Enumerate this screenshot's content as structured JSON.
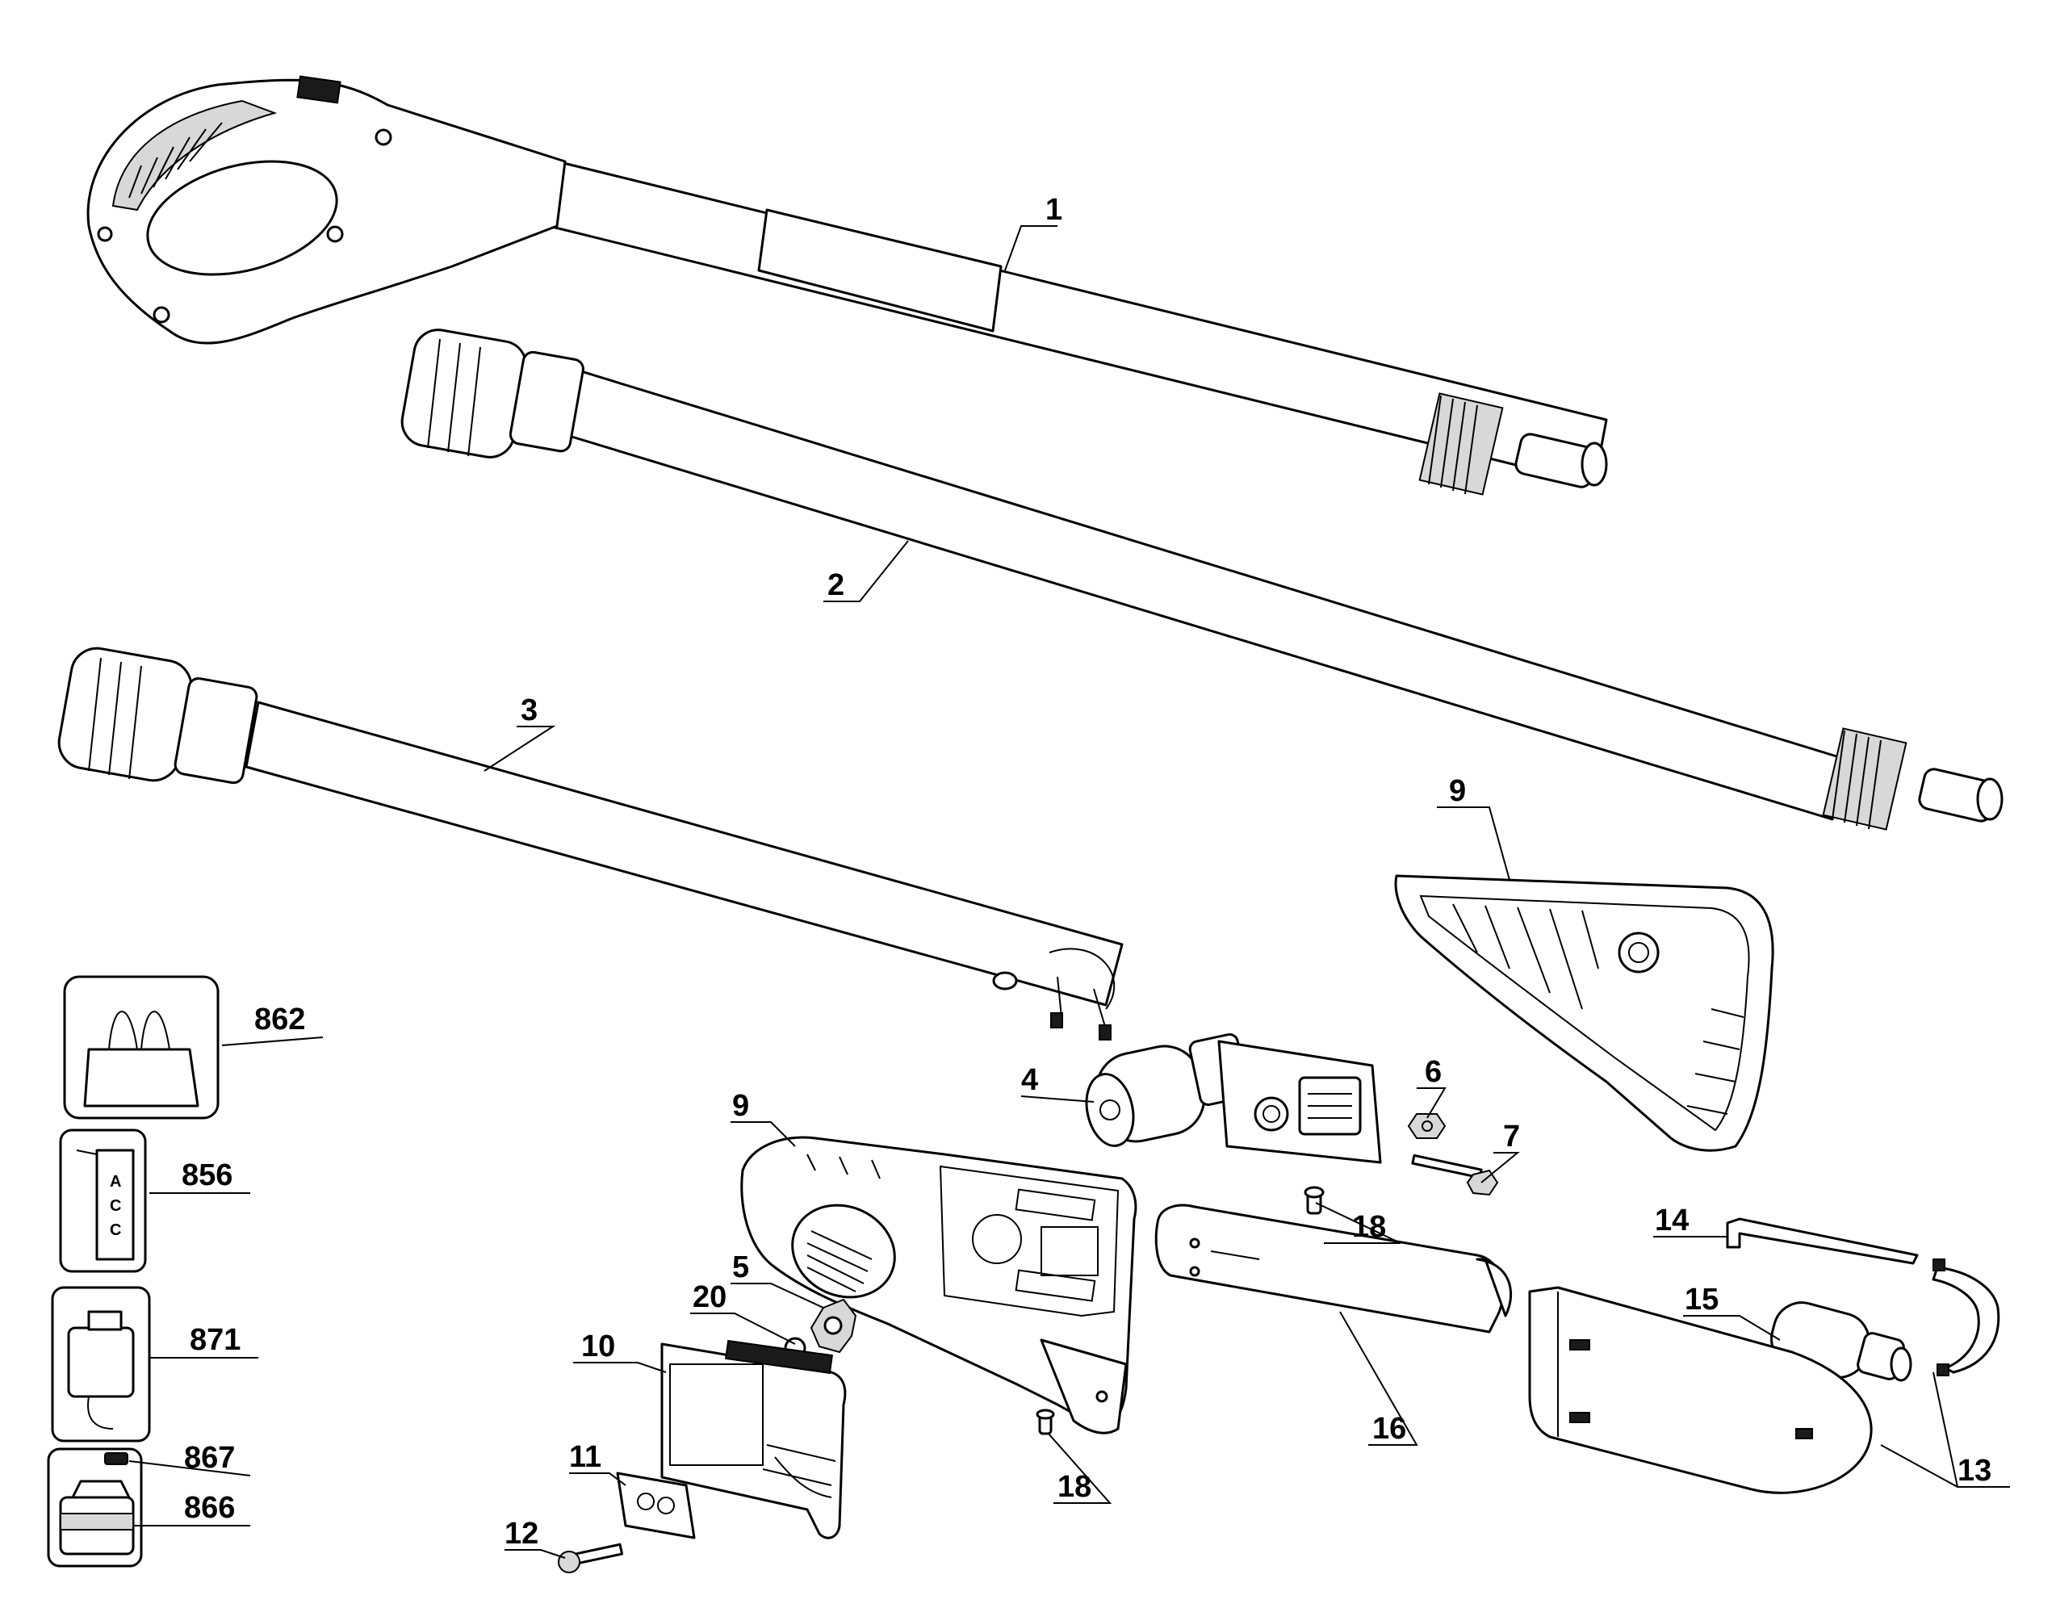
{
  "labels": {
    "p1": "1",
    "p2": "2",
    "p3": "3",
    "p4": "4",
    "p5": "5",
    "p6": "6",
    "p7": "7",
    "p9a": "9",
    "p9b": "9",
    "p10": "10",
    "p11": "11",
    "p12": "12",
    "p13": "13",
    "p14": "14",
    "p15": "15",
    "p16": "16",
    "p18a": "18",
    "p18b": "18",
    "p20": "20",
    "a862": "862",
    "a856": "856",
    "a871": "871",
    "a867": "867",
    "a866": "866"
  },
  "card_text": {
    "acc": [
      "A",
      "C",
      "C"
    ]
  }
}
